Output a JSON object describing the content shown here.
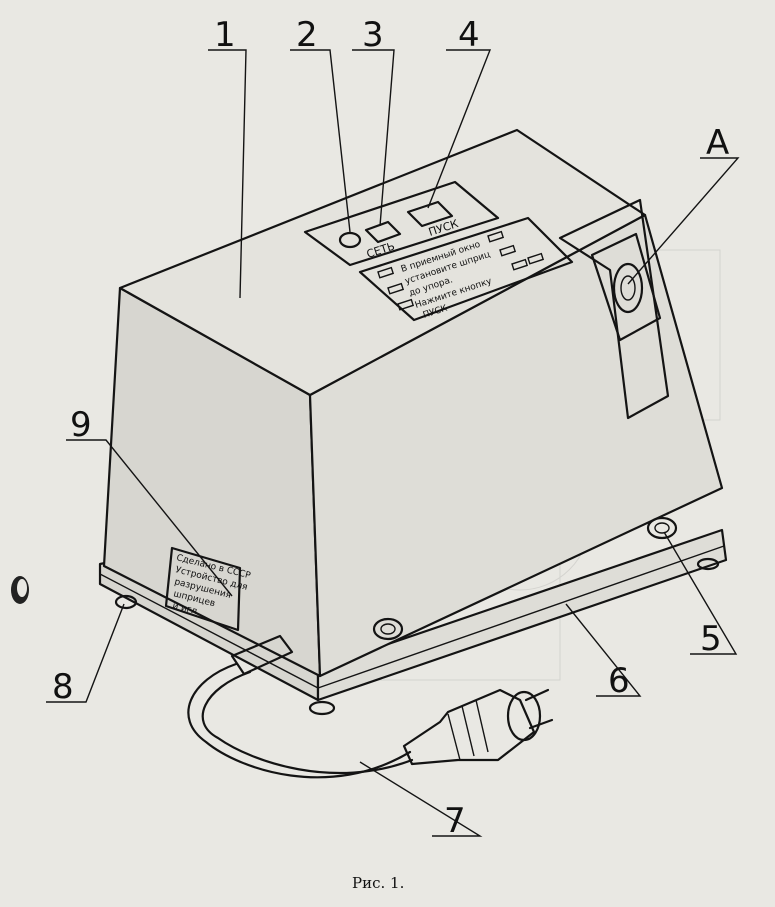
{
  "figure": {
    "caption": "Рис. 1.",
    "callouts": [
      {
        "id": "c1",
        "label": "1"
      },
      {
        "id": "c2",
        "label": "2"
      },
      {
        "id": "c3",
        "label": "3"
      },
      {
        "id": "c4",
        "label": "4"
      },
      {
        "id": "cA",
        "label": "A"
      },
      {
        "id": "c5",
        "label": "5"
      },
      {
        "id": "c6",
        "label": "6"
      },
      {
        "id": "c7",
        "label": "7"
      },
      {
        "id": "c8",
        "label": "8"
      },
      {
        "id": "c9",
        "label": "9"
      }
    ],
    "panel": {
      "set_label": "СЕТЬ",
      "start_label": "ПУСК"
    },
    "instruction_plate": {
      "lines": [
        "В приемный окно",
        "установите шприц",
        "до упора.",
        "Нажмите кнопку",
        "ПУСК"
      ]
    },
    "rating_plate": {
      "lines": [
        "Сделано в СССР",
        "Устройство для",
        "разрушения",
        "шприцев",
        "и игл"
      ]
    }
  }
}
